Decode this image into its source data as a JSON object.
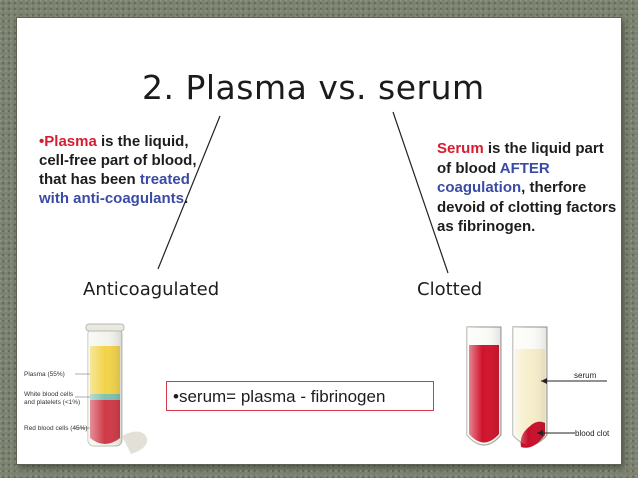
{
  "title": "2.  Plasma vs. serum",
  "plasma": {
    "bullet": "•",
    "term": "Plasma",
    "text_1": " is the liquid, cell-free part of blood, that has been ",
    "highlight": "treated with anti-coagulants",
    "text_2": "."
  },
  "serum": {
    "term": "Serum",
    "text_1": " is the liquid part of blood ",
    "highlight": "AFTER coagulation",
    "text_2": ", therfore devoid of clotting factors as fibrinogen."
  },
  "labels": {
    "anticoagulated": "Anticoagulated",
    "clotted": "Clotted"
  },
  "formula": "•serum= plasma - fibrinogen",
  "left_tube": {
    "plasma_label": "Plasma (55%)",
    "wbc_label_1": "White blood cells",
    "wbc_label_2": "and platelets (<1%)",
    "rbc_label": "Red blood cells (45%)"
  },
  "right_tubes": {
    "serum_tag": "serum",
    "clot_tag": "blood clot"
  },
  "colors": {
    "red_text": "#d81c2f",
    "blue_text": "#3a4ba5",
    "blood": "#d0142c",
    "plasma_yellow": "#f2d34a",
    "serum_cream": "#f7eecb"
  }
}
